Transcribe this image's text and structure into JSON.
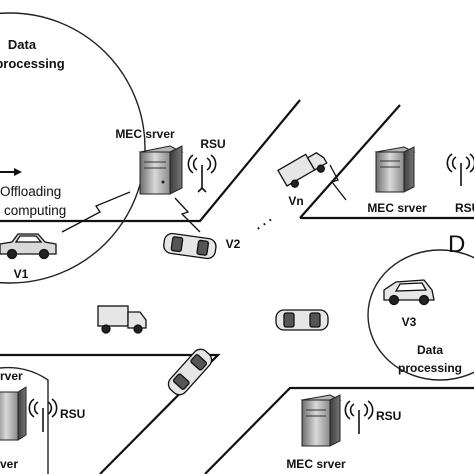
{
  "labels": {
    "top_circle_line1": "Data",
    "top_circle_line2": "processing",
    "offload_line1": "Offloading",
    "offload_line2": "computing",
    "mec_top_left": "MEC srver",
    "rsu_top_left": "RSU",
    "v1": "V1",
    "v2": "V2",
    "vn": "Vn",
    "dots": ". . .",
    "mec_top_right": "MEC srver",
    "rsu_top_right_partial": "RSU",
    "d_partial": "D",
    "v3": "V3",
    "right_circle_line1": "Data",
    "right_circle_line2": "processing",
    "bottom_left_partial": "rver",
    "rsu_bottom_left": "RSU",
    "rsu_bottom_mid": "RSU",
    "mec_bottom_mid": "MEC srver",
    "bottom_right_partial": "ver"
  }
}
